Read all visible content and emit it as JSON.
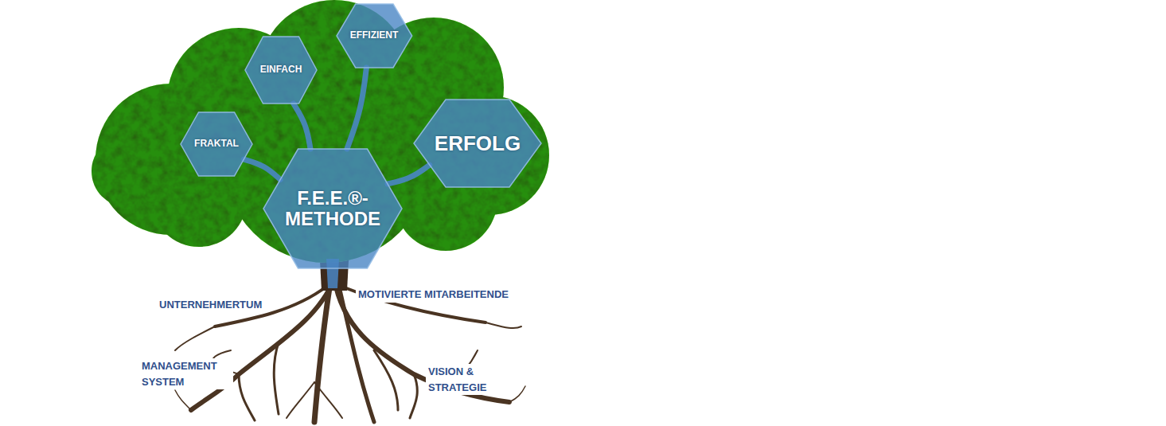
{
  "diagram": {
    "nodes": [
      {
        "text": [
          "EFFIZIENT"
        ]
      },
      {
        "text": [
          "EINFACH"
        ]
      },
      {
        "text": [
          "FRAKTAL"
        ]
      },
      {
        "text": [
          "ERFOLG"
        ]
      },
      {
        "text": [
          "F.E.E.®- METHODE"
        ]
      }
    ],
    "edges": [
      {
        "from": 4,
        "to": 0,
        "arrow": "none"
      },
      {
        "from": 4,
        "to": 1,
        "arrow": "none"
      },
      {
        "from": 4,
        "to": 2,
        "arrow": "none"
      },
      {
        "from": 4,
        "to": 3,
        "arrow": "none"
      }
    ],
    "labels": [
      "UNTERNEHMERTUM",
      "MOTIVIERTE MITARBEITENDE",
      "MANAGEMENT SYSTEM",
      "VISION & STRATEGIE"
    ]
  }
}
